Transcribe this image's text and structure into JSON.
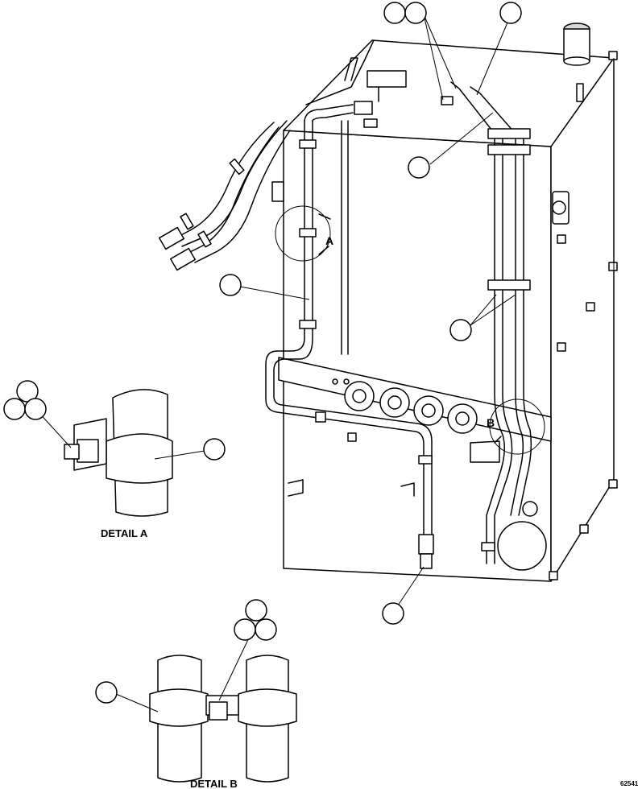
{
  "labels": {
    "detail_a": "DETAIL A",
    "detail_b": "DETAIL B",
    "marker_a": "A",
    "marker_b": "B",
    "drawing_number": "62541"
  }
}
